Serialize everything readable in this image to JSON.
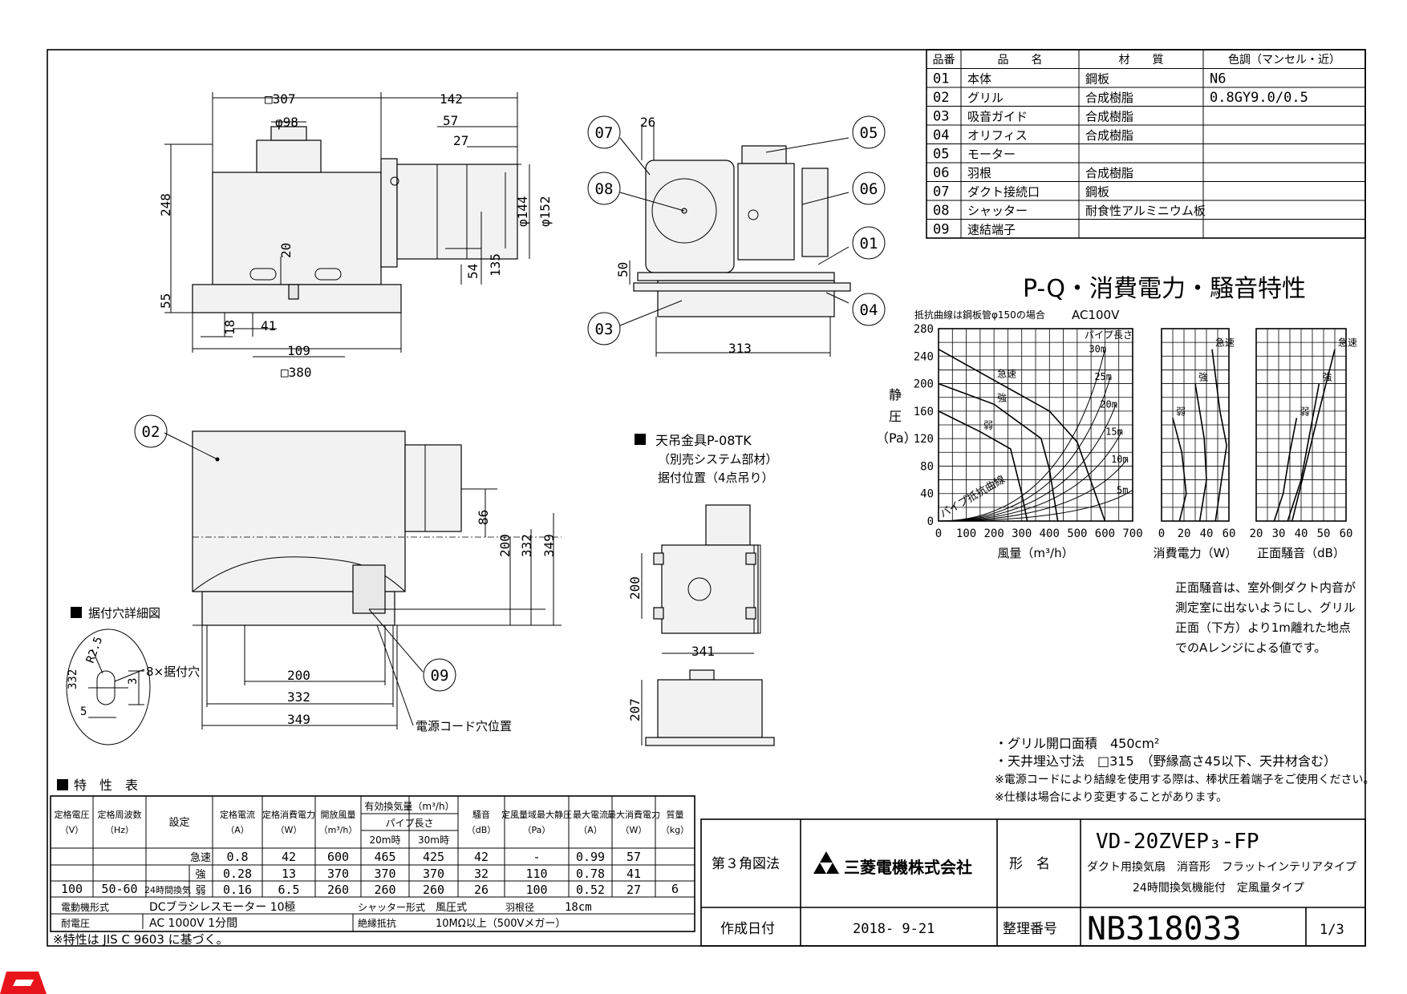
{
  "parts_table": {
    "headers": [
      "品番",
      "品　　名",
      "材　　質",
      "色調（マンセル・近）"
    ],
    "rows": [
      [
        "01",
        "本体",
        "鋼板",
        "N6"
      ],
      [
        "02",
        "グリル",
        "合成樹脂",
        "0.8GY9.0/0.5"
      ],
      [
        "03",
        "吸音ガイド",
        "合成樹脂",
        ""
      ],
      [
        "04",
        "オリフィス",
        "合成樹脂",
        ""
      ],
      [
        "05",
        "モーター",
        "",
        ""
      ],
      [
        "06",
        "羽根",
        "合成樹脂",
        ""
      ],
      [
        "07",
        "ダクト接続口",
        "鋼板",
        ""
      ],
      [
        "08",
        "シャッター",
        "耐食性アルミニウム板",
        ""
      ],
      [
        "09",
        "速結端子",
        "",
        ""
      ]
    ]
  },
  "dims": {
    "d307": "□307",
    "d142": "142",
    "d98": "φ98",
    "d57": "57",
    "d27": "27",
    "d248": "248",
    "d144": "φ144",
    "d152": "φ152",
    "d20": "20",
    "d54": "54",
    "d135": "135",
    "d55": "55",
    "d18": "18",
    "d41": "41",
    "d109": "109",
    "d380": "□380",
    "d26": "26",
    "d50": "50",
    "d313": "313",
    "d86": "86",
    "d200v": "200",
    "d332v": "332",
    "d349v": "349",
    "d200h": "200",
    "d332h": "332",
    "d349h": "349",
    "d200s": "200",
    "d341": "341",
    "d207": "207",
    "dR25": "R2.5",
    "d332b": "332",
    "d3": "3",
    "d5": "5"
  },
  "callouts": [
    "07",
    "08",
    "05",
    "06",
    "01",
    "04",
    "03",
    "02",
    "09"
  ],
  "labels": {
    "hanger_title": "天吊金具P-08TK",
    "hanger_sub1": "（別売システム部材）",
    "hanger_sub2": "据付位置（4点吊り）",
    "mount_detail": "据付穴詳細図",
    "mount_holes": "8×据付穴",
    "power_cord": "電源コード穴位置",
    "spec_title": "特　性　表"
  },
  "chart_data": [
    {
      "type": "line",
      "title": "P-Q・消費電力・騒音特性",
      "subtitle": "抵抗曲線は鋼板管φ150の場合",
      "voltage": "AC100V",
      "xlabel": "風量（m³/h）",
      "ylabel_chars": [
        "静",
        "圧",
        "（Pa）"
      ],
      "x_ticks": [
        "0",
        "100",
        "200",
        "300",
        "400",
        "500",
        "600",
        "700"
      ],
      "y_ticks": [
        "0",
        "40",
        "80",
        "120",
        "160",
        "200",
        "240",
        "280"
      ],
      "xlim": [
        0,
        700
      ],
      "ylim": [
        0,
        280
      ],
      "grid": true,
      "pipe_label": "パイプ長さ",
      "pipe_curves": [
        {
          "name": "30m",
          "points": [
            [
              0,
              0
            ],
            [
              600,
              250
            ]
          ]
        },
        {
          "name": "25m",
          "points": [
            [
              0,
              0
            ],
            [
              620,
              210
            ]
          ]
        },
        {
          "name": "20m",
          "points": [
            [
              0,
              0
            ],
            [
              640,
              170
            ]
          ]
        },
        {
          "name": "15m",
          "points": [
            [
              0,
              0
            ],
            [
              660,
              130
            ]
          ]
        },
        {
          "name": "10m",
          "points": [
            [
              0,
              0
            ],
            [
              680,
              90
            ]
          ]
        },
        {
          "name": "5m",
          "points": [
            [
              0,
              0
            ],
            [
              700,
              45
            ]
          ]
        }
      ],
      "pipe_curve_label": "パイプ抵抗曲線",
      "series": [
        {
          "name": "急速",
          "points": [
            [
              0,
              250
            ],
            [
              200,
              205
            ],
            [
              400,
              160
            ],
            [
              500,
              115
            ],
            [
              600,
              0
            ]
          ]
        },
        {
          "name": "強",
          "points": [
            [
              0,
              200
            ],
            [
              200,
              170
            ],
            [
              370,
              120
            ],
            [
              400,
              75
            ],
            [
              430,
              0
            ]
          ]
        },
        {
          "name": "弱",
          "points": [
            [
              0,
              160
            ],
            [
              150,
              130
            ],
            [
              260,
              105
            ],
            [
              300,
              40
            ],
            [
              320,
              0
            ]
          ]
        }
      ]
    },
    {
      "type": "line",
      "xlabel": "消費電力（W）",
      "x_ticks": [
        "0",
        "20",
        "40",
        "60"
      ],
      "xlim": [
        0,
        60
      ],
      "ylim": [
        0,
        280
      ],
      "grid": true,
      "series": [
        {
          "name": "急速",
          "points": [
            [
              45,
              250
            ],
            [
              52,
              160
            ],
            [
              58,
              110
            ],
            [
              48,
              0
            ]
          ]
        },
        {
          "name": "強",
          "points": [
            [
              30,
              200
            ],
            [
              38,
              120
            ],
            [
              40,
              60
            ],
            [
              34,
              0
            ]
          ]
        },
        {
          "name": "弱",
          "points": [
            [
              10,
              150
            ],
            [
              18,
              100
            ],
            [
              22,
              40
            ],
            [
              16,
              0
            ]
          ]
        }
      ]
    },
    {
      "type": "line",
      "xlabel": "正面騒音（dB）",
      "x_ticks": [
        "20",
        "30",
        "40",
        "50",
        "60"
      ],
      "xlim": [
        20,
        60
      ],
      "ylim": [
        0,
        280
      ],
      "grid": true,
      "series": [
        {
          "name": "急速",
          "points": [
            [
              55,
              250
            ],
            [
              48,
              160
            ],
            [
              42,
              80
            ],
            [
              36,
              0
            ]
          ]
        },
        {
          "name": "強",
          "points": [
            [
              48,
              200
            ],
            [
              44,
              130
            ],
            [
              40,
              60
            ],
            [
              34,
              0
            ]
          ]
        },
        {
          "name": "弱",
          "points": [
            [
              38,
              150
            ],
            [
              35,
              100
            ],
            [
              32,
              40
            ],
            [
              28,
              0
            ]
          ]
        }
      ]
    }
  ],
  "noise_note": [
    "正面騒音は、室外側ダクト内音が",
    "測定室に出ないようにし、グリル",
    "正面（下方）より1m離れた地点",
    "でのAレンジによる値です。"
  ],
  "notes": [
    "・グリル開口面積　450cm²",
    "・天井埋込寸法　□315　（野縁高さ45以下、天井材含む）",
    "※電源コードにより結線を使用する際は、棒状圧着端子をご使用ください。",
    "※仕様は場合により変更することがあります。"
  ],
  "spec": {
    "headers": [
      "定格電圧（V）",
      "定格周波数（Hz）",
      "設定",
      "定格電流（A）",
      "定格消費電力（W）",
      "開放風量（m³/h）",
      "有効換気量（m³/h）",
      "騒音（dB）",
      "定風量域最大静圧（Pa）",
      "最大電流（A）",
      "最大消費電力（W）",
      "質量（kg）"
    ],
    "pipe_header": "パイプ長さ",
    "pipe_20": "20m時",
    "pipe_30": "30m時",
    "voltage": "100",
    "frequency": "50-60",
    "mode_24h": "24時間換気",
    "mass": "6",
    "rows": [
      {
        "mode": "急速",
        "current": "0.8",
        "power": "42",
        "open": "600",
        "p20": "465",
        "p30": "425",
        "noise": "42",
        "static": "-",
        "max_a": "0.99",
        "max_w": "57"
      },
      {
        "mode": "強",
        "current": "0.28",
        "power": "13",
        "open": "370",
        "p20": "370",
        "p30": "370",
        "noise": "32",
        "static": "110",
        "max_a": "0.78",
        "max_w": "41"
      },
      {
        "mode": "弱",
        "current": "0.16",
        "power": "6.5",
        "open": "260",
        "p20": "260",
        "p30": "260",
        "noise": "26",
        "static": "100",
        "max_a": "0.52",
        "max_w": "27"
      }
    ],
    "motor_label": "電動機形式",
    "motor_value": "DCブラシレスモーター 10極",
    "shutter_label": "シャッター形式",
    "shutter_value": "風圧式",
    "blade_label": "羽根径",
    "blade_value": "18cm",
    "withstand_label": "耐電圧",
    "withstand_value": "AC 1000V 1分間",
    "insulation_label": "絶縁抵抗",
    "insulation_value": "10MΩ以上（500Vメガー）",
    "footnote": "※特性は JIS C 9603 に基づく。"
  },
  "title_block": {
    "projection": "第３角図法",
    "company": "三菱電機株式会社",
    "model_label": "形　名",
    "model": "VD-20ZVEP₃-FP",
    "desc1": "ダクト用換気扇　消音形　フラットインテリアタイプ",
    "desc2": "24時間換気機能付　定風量タイプ",
    "date_label": "作成日付",
    "date": "2018- 9-21",
    "number_label": "整理番号",
    "number": "NB318033",
    "page": "1/3"
  },
  "colors": {
    "ink": "#000000",
    "logo_red": "#e8141c",
    "fill_gray": "#e8e8e8"
  }
}
